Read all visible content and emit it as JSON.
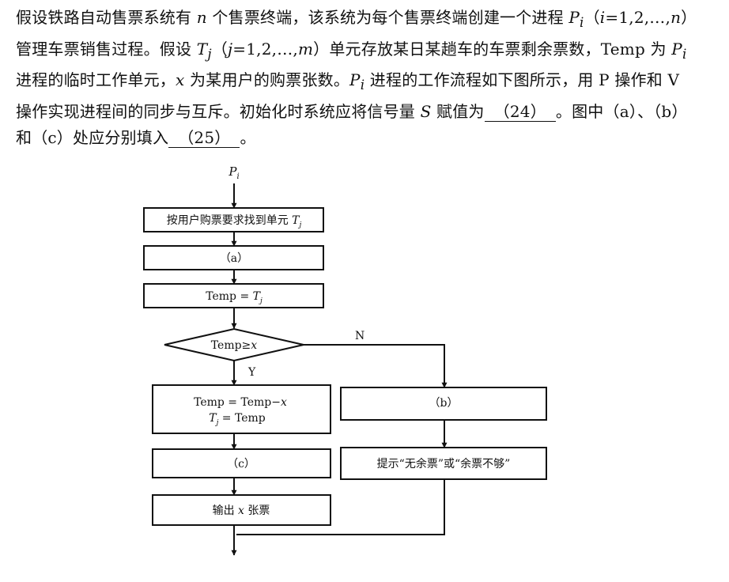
{
  "question": {
    "line1": [
      "假设铁路自动售票系统有 ",
      "n",
      " 个售票终端，该系统为每个售票终端创建一个进程 ",
      "P",
      "i",
      "（",
      "i",
      "=1,2,…,",
      "n",
      "）"
    ],
    "line2": [
      "管理车票销售过程。假设 ",
      "T",
      "j",
      "（",
      "j",
      "=1,2,…,",
      "m",
      "）单元存放某日某趟车的车票剩余票数，Temp 为 ",
      "P",
      "i"
    ],
    "line3": [
      "进程的临时工作单元，",
      "x",
      " 为某用户的购票张数。",
      "P",
      "i",
      " 进程的工作流程如下图所示，用 P 操作和 V"
    ],
    "line4": [
      "操作实现进程间的同步与互斥。初始化时系统应将信号量 ",
      "S",
      " 赋值为",
      "（24）",
      "。图中（a）、（b）"
    ],
    "line5": [
      "和（c）处应分别填入",
      "（25）",
      "。"
    ]
  },
  "flowchart": {
    "start_label": "P",
    "start_sub": "i",
    "box_find": "按用户购票要求找到单元 ",
    "box_find_var": "T",
    "box_find_sub": "j",
    "box_a": "（a）",
    "box_temp_assign": "Temp = ",
    "box_temp_assign_var": "T",
    "box_temp_assign_sub": "j",
    "decision": "Temp≥",
    "decision_var": "x",
    "yes_label": "Y",
    "no_label": "N",
    "box_update_line1": "Temp = Temp−",
    "box_update_line1_var": "x",
    "box_update_line2_var": "T",
    "box_update_line2_sub": "j",
    "box_update_line2": " = Temp",
    "box_b": "（b）",
    "box_prompt": "提示“无余票”或“余票不够”",
    "box_c": "（c）",
    "box_output_pre": "输出 ",
    "box_output_var": "x",
    "box_output_post": " 张票"
  }
}
